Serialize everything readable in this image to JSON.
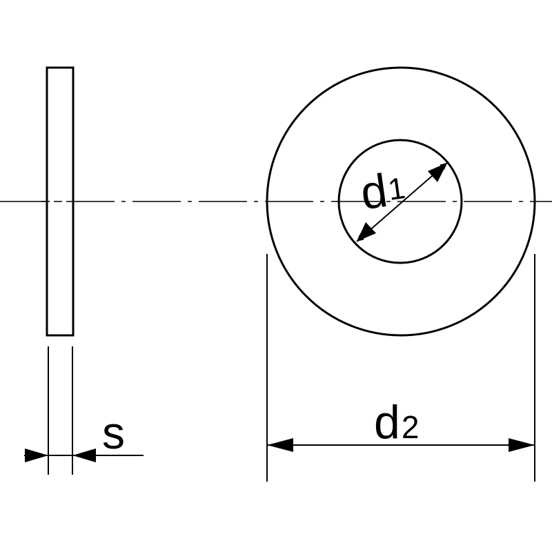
{
  "labels": {
    "d1": {
      "main": "d",
      "sub": "1"
    },
    "d2": {
      "main": "d",
      "sub": "2"
    },
    "s": "s"
  },
  "colors": {
    "line": "#000000",
    "background": "#ffffff"
  }
}
